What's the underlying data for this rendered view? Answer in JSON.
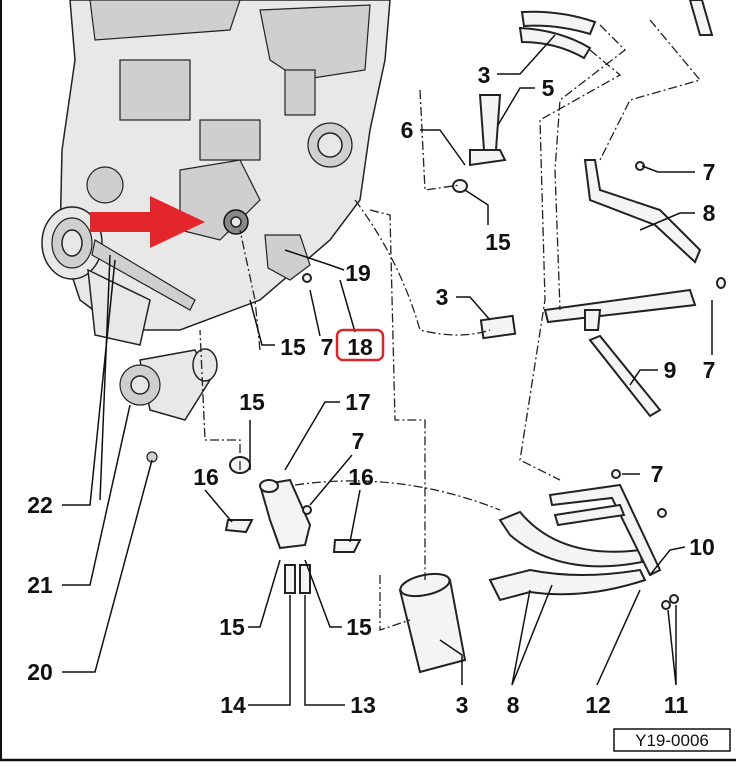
{
  "labels": [
    "3",
    "5",
    "6",
    "7",
    "8",
    "15",
    "19",
    "3",
    "15",
    "7",
    "18",
    "9",
    "7",
    "15",
    "17",
    "7",
    "16",
    "16",
    "7",
    "22",
    "10",
    "21",
    "15",
    "15",
    "20",
    "14",
    "13",
    "3",
    "8",
    "12",
    "11"
  ],
  "highlighted_label": "18",
  "diagram_code": "Y19-0006",
  "colors": {
    "arrow": "#e3262b",
    "highlight_box": "#d9262b",
    "line": "#111111"
  }
}
